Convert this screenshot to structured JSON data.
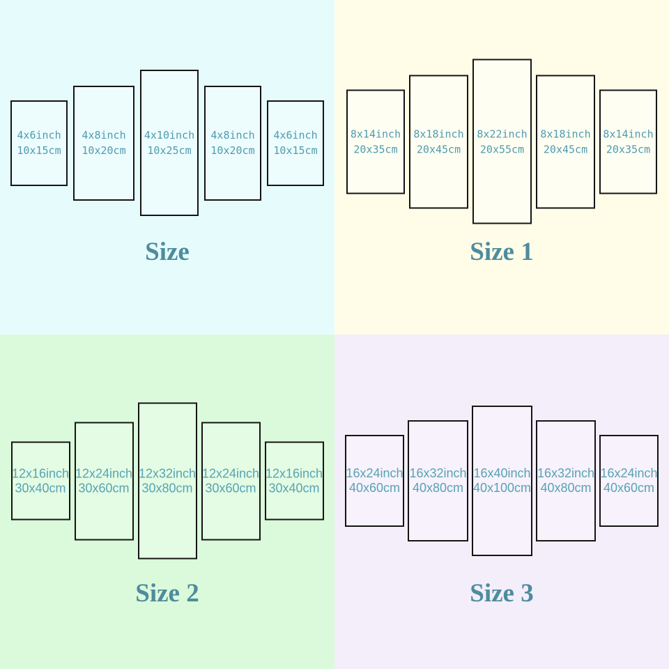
{
  "palette": {
    "q1_background": "#e6fcfc",
    "q2_background": "#fffde8",
    "q3_background": "#dbfadb",
    "q4_background": "#f3eefa",
    "panel_border": "#141414",
    "panel_text_top": "#4f9bb0",
    "panel_text_bottom": "#58a2b5",
    "title_color": "#4e8c9d"
  },
  "quadrants": [
    {
      "title": "Size",
      "panels": [
        {
          "inch": "4x6inch",
          "cm": "10x15cm"
        },
        {
          "inch": "4x8inch",
          "cm": "10x20cm"
        },
        {
          "inch": "4x10inch",
          "cm": "10x25cm"
        },
        {
          "inch": "4x8inch",
          "cm": "10x20cm"
        },
        {
          "inch": "4x6inch",
          "cm": "10x15cm"
        }
      ]
    },
    {
      "title": "Size 1",
      "panels": [
        {
          "inch": "8x14inch",
          "cm": "20x35cm"
        },
        {
          "inch": "8x18inch",
          "cm": "20x45cm"
        },
        {
          "inch": "8x22inch",
          "cm": "20x55cm"
        },
        {
          "inch": "8x18inch",
          "cm": "20x45cm"
        },
        {
          "inch": "8x14inch",
          "cm": "20x35cm"
        }
      ]
    },
    {
      "title": "Size 2",
      "panels": [
        {
          "inch": "12x16inch",
          "cm": "30x40cm"
        },
        {
          "inch": "12x24inch",
          "cm": "30x60cm"
        },
        {
          "inch": "12x32inch",
          "cm": "30x80cm"
        },
        {
          "inch": "12x24inch",
          "cm": "30x60cm"
        },
        {
          "inch": "12x16inch",
          "cm": "30x40cm"
        }
      ]
    },
    {
      "title": "Size 3",
      "panels": [
        {
          "inch": "16x24inch",
          "cm": "40x60cm"
        },
        {
          "inch": "16x32inch",
          "cm": "40x80cm"
        },
        {
          "inch": "16x40inch",
          "cm": "40x100cm"
        },
        {
          "inch": "16x32inch",
          "cm": "40x80cm"
        },
        {
          "inch": "16x24inch",
          "cm": "40x60cm"
        }
      ]
    }
  ]
}
